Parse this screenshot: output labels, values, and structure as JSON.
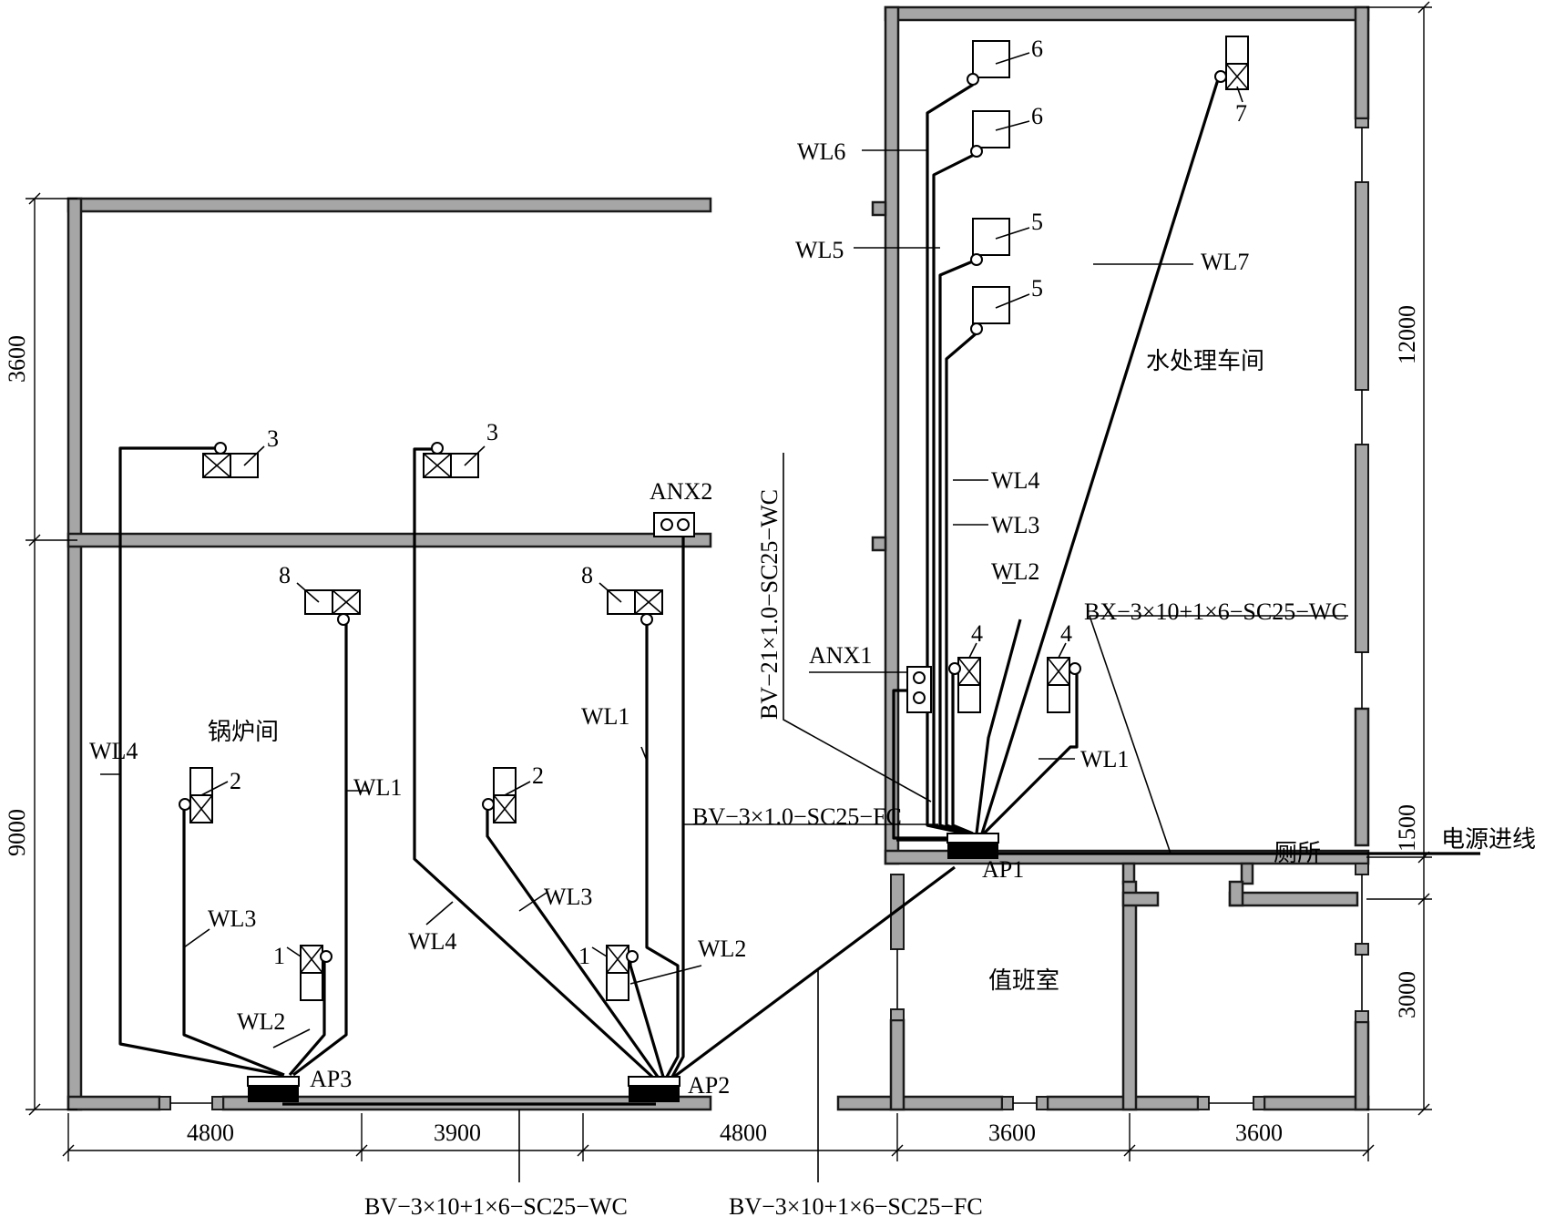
{
  "rooms": {
    "boiler": "锅炉间",
    "water": "水处理车间",
    "duty": "值班室",
    "toilet": "厕所"
  },
  "power_in": "电源进线",
  "panels": {
    "ap1": "AP1",
    "ap2": "AP2",
    "ap3": "AP3",
    "anx1": "ANX1",
    "anx2": "ANX2"
  },
  "cables": {
    "main_in": "BX−3×10+1×6−SC25−WC",
    "ap1_anx1": "BV−21×1.0−SC25−WC",
    "ap2_anx2": "BV−3×1.0−SC25−FC",
    "ap2_ap3": "BV−3×10+1×6−SC25−WC",
    "ap1_ap2": "BV−3×10+1×6−SC25−FC"
  },
  "circuits": {
    "wl1": "WL1",
    "wl2": "WL2",
    "wl3": "WL3",
    "wl4": "WL4",
    "wl5": "WL5",
    "wl6": "WL6",
    "wl7": "WL7"
  },
  "equipment": {
    "n1": "1",
    "n2": "2",
    "n3": "3",
    "n4": "4",
    "n5": "5",
    "n6": "6",
    "n7": "7",
    "n8": "8"
  },
  "dimensions": {
    "left_upper": "3600",
    "left_lower": "9000",
    "right_upper": "12000",
    "right_mid": "1500",
    "right_lower": "3000",
    "bottom_1": "4800",
    "bottom_2": "3900",
    "bottom_3": "4800",
    "bottom_4": "3600",
    "bottom_5": "3600"
  }
}
